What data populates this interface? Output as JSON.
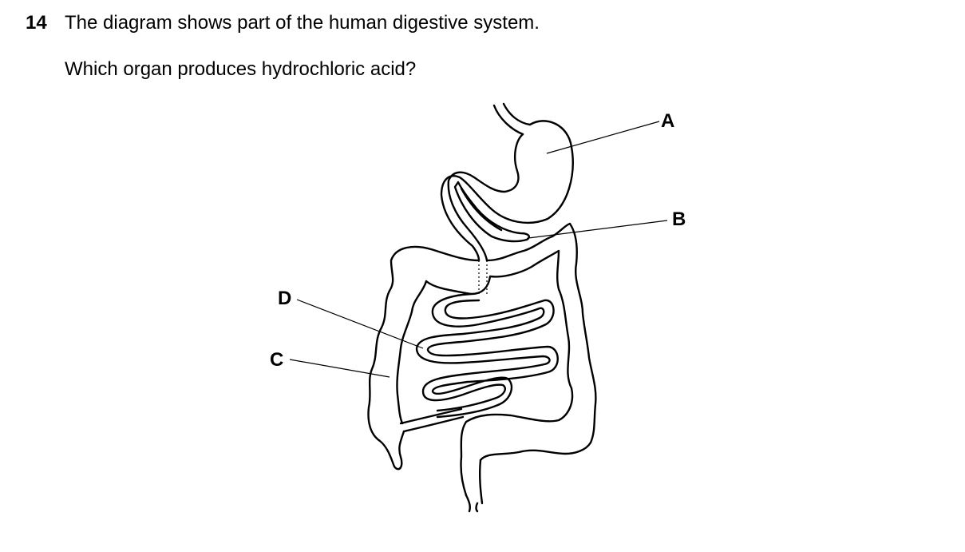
{
  "question": {
    "number": "14",
    "text": "The diagram shows part of the human digestive system.",
    "prompt": "Which organ produces hydrochloric acid?"
  },
  "diagram": {
    "labels": {
      "a": "A",
      "b": "B",
      "c": "C",
      "d": "D"
    }
  }
}
